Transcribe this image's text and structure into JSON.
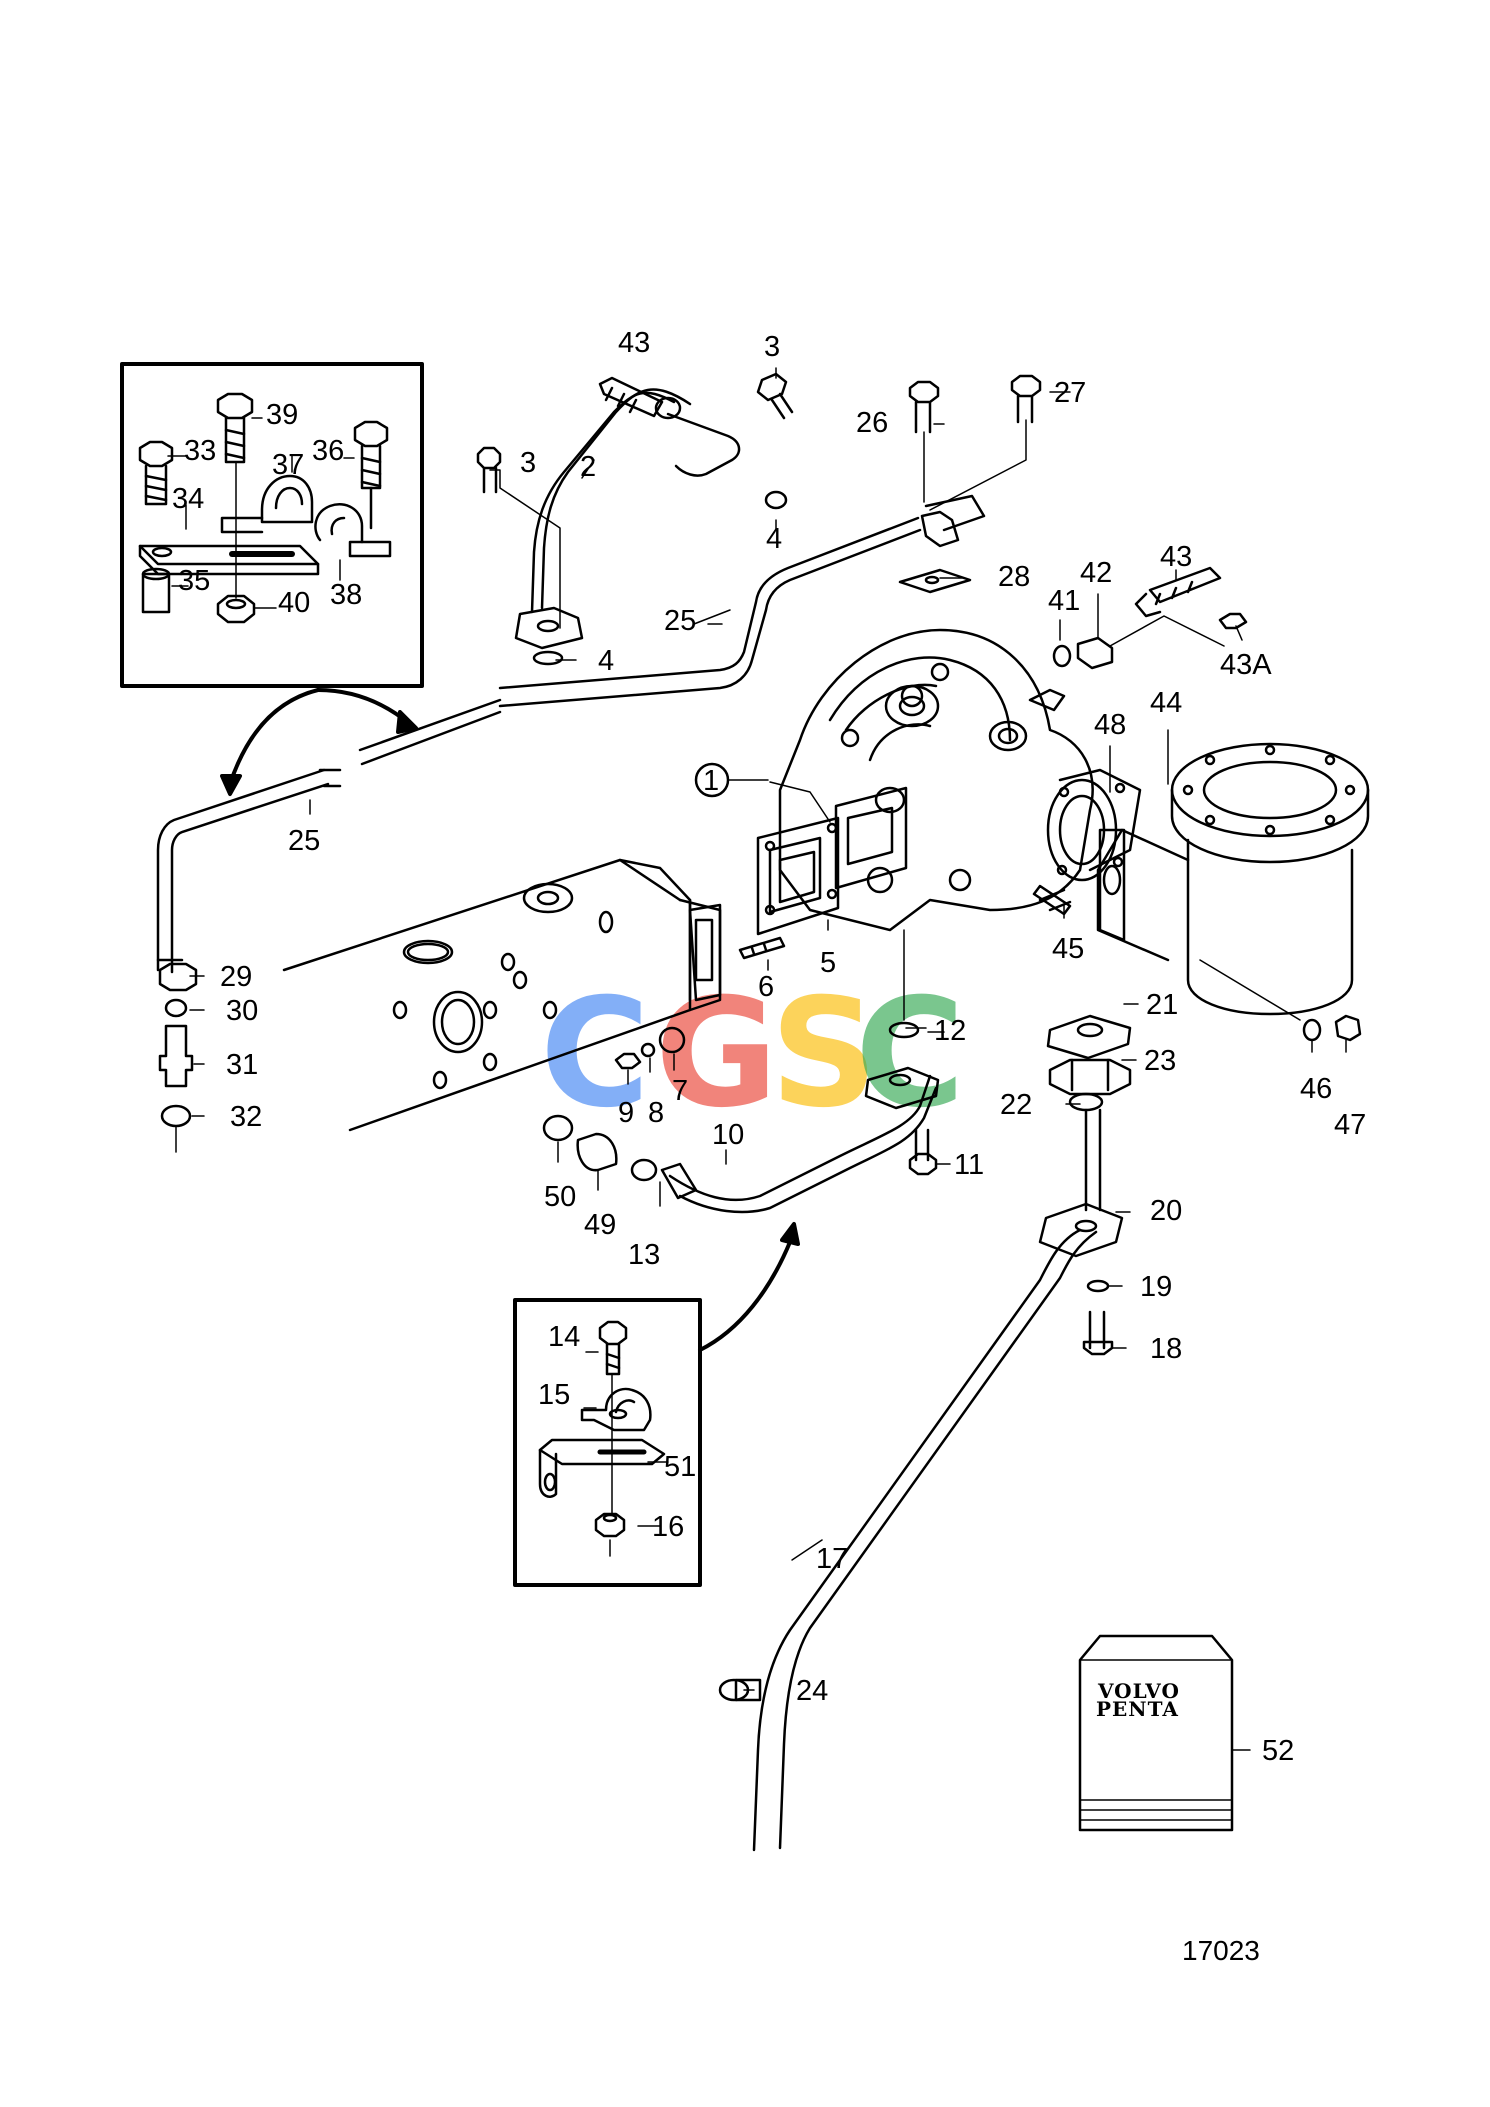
{
  "drawing_number": "17023",
  "manual_brand": {
    "line1": "VOLVO",
    "line2": "PENTA"
  },
  "watermark": {
    "letters": [
      "C",
      "G",
      "S",
      "C"
    ],
    "colors": [
      "#4285F4",
      "#EA4335",
      "#FBBC05",
      "#34A853"
    ]
  },
  "callouts": {
    "c1": "1",
    "c2": "2",
    "c3a": "3",
    "c3b": "3",
    "c4a": "4",
    "c4b": "4",
    "c5": "5",
    "c6": "6",
    "c7": "7",
    "c8": "8",
    "c9": "9",
    "c10": "10",
    "c11": "11",
    "c12": "12",
    "c13": "13",
    "c14": "14",
    "c15": "15",
    "c16": "16",
    "c17": "17",
    "c18": "18",
    "c19": "19",
    "c20": "20",
    "c21": "21",
    "c22": "22",
    "c23": "23",
    "c24": "24",
    "c25a": "25",
    "c25b": "25",
    "c26": "26",
    "c27": "27",
    "c28": "28",
    "c29": "29",
    "c30": "30",
    "c31": "31",
    "c32": "32",
    "c33": "33",
    "c34": "34",
    "c35": "35",
    "c36": "36",
    "c37": "37",
    "c38": "38",
    "c39": "39",
    "c40": "40",
    "c41": "41",
    "c42": "42",
    "c43a": "43",
    "c43b": "43",
    "c43A": "43A",
    "c44": "44",
    "c45": "45",
    "c46": "46",
    "c47": "47",
    "c48": "48",
    "c49": "49",
    "c50": "50",
    "c51": "51",
    "c52": "52"
  }
}
